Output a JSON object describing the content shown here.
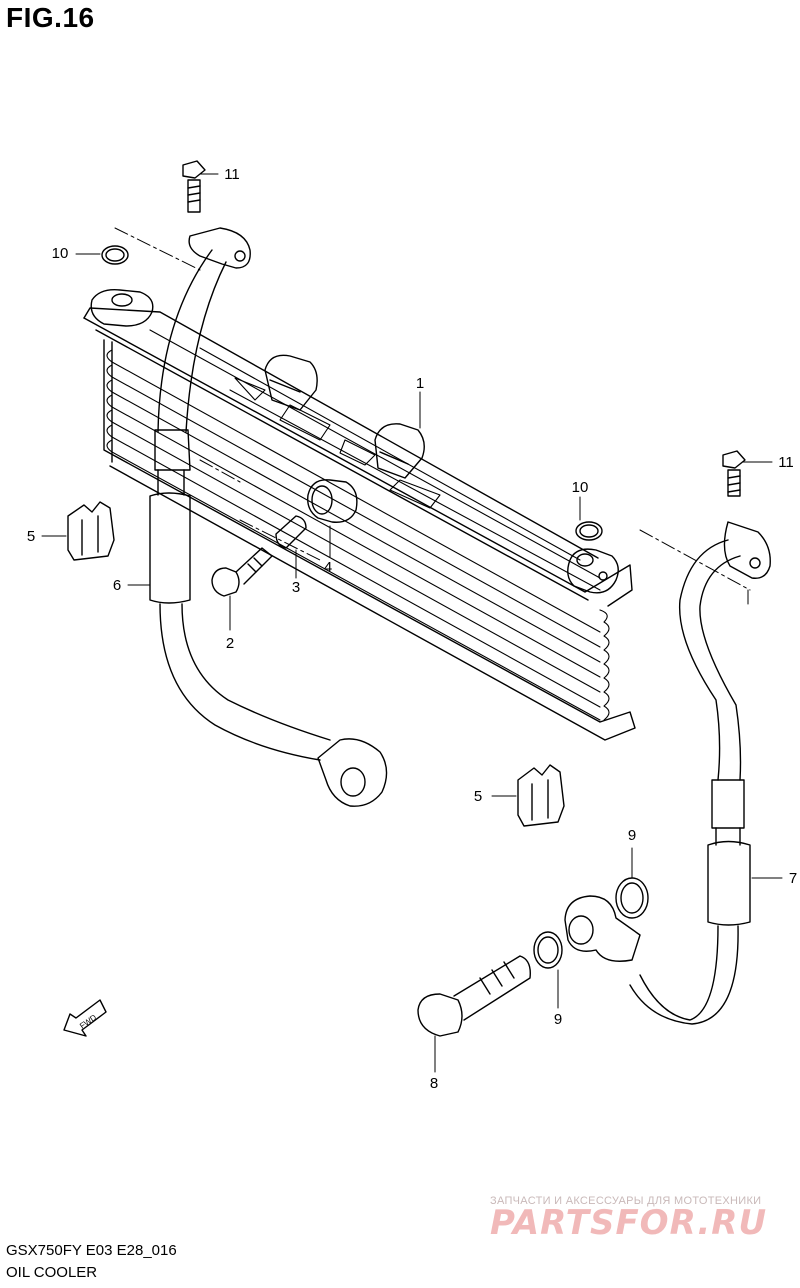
{
  "figure_label": "FIG.16",
  "model_code": "GSX750FY E03 E28_016",
  "section_name": "OIL COOLER",
  "direction_marker": "FWD",
  "callouts": [
    "1",
    "2",
    "3",
    "4",
    "5",
    "5",
    "6",
    "7",
    "8",
    "9",
    "9",
    "10",
    "10",
    "11",
    "11"
  ],
  "watermark": {
    "tagline": "ЗАПЧАСТИ И АКСЕССУАРЫ ДЛЯ МОТОТЕХНИКИ",
    "logo": "PARTSFOR.RU"
  }
}
